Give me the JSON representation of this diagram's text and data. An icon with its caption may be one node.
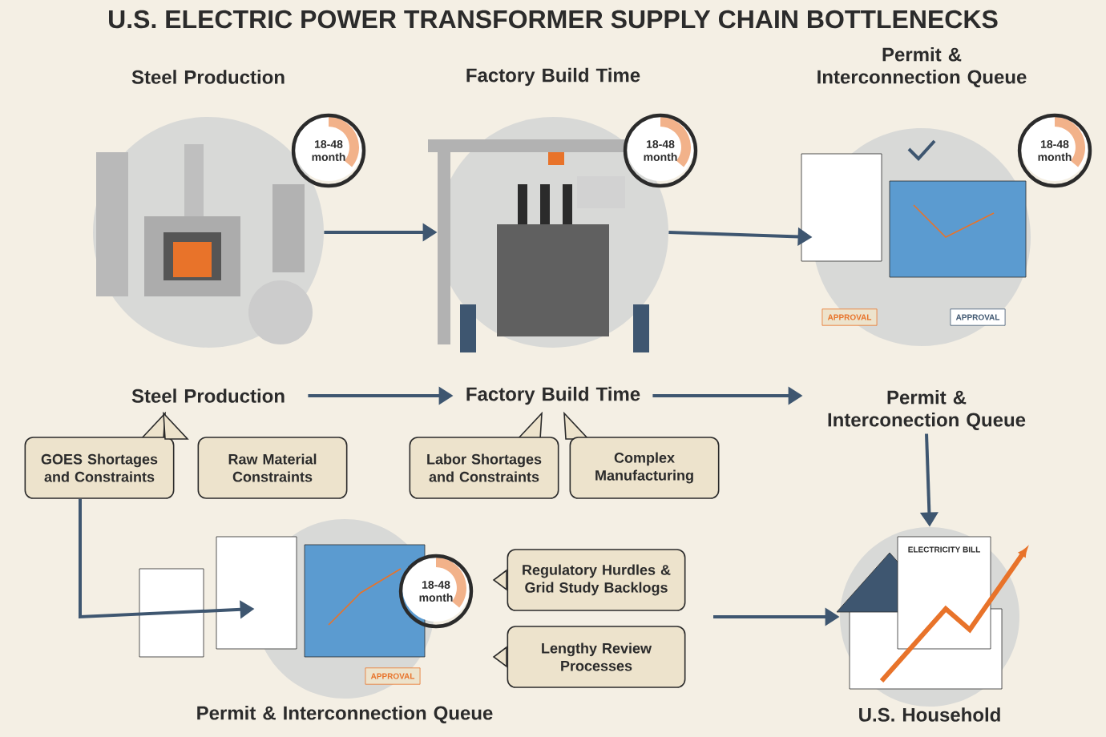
{
  "diagram": {
    "title": "U.S. ELECTRIC POWER TRANSFORMER SUPPLY CHAIN BOTTLENECKS",
    "nodes": [
      {
        "text": [
          "Steel Production"
        ]
      },
      {
        "text": [
          "18-48 month"
        ]
      },
      {
        "text": [
          "Factory Build Time"
        ]
      },
      {
        "text": [
          "18-48 month"
        ]
      },
      {
        "text": [
          "Permit & Interconnection Queue"
        ]
      },
      {
        "text": [
          "18-48 month"
        ]
      },
      {
        "text": [
          "Steel Production"
        ]
      },
      {
        "text": [
          "Factory Build Time"
        ]
      },
      {
        "text": [
          "Permit & Interconection Queue"
        ]
      },
      {
        "text": [
          "GOES Shortages and Constraints"
        ]
      },
      {
        "text": [
          "Raw Material Constraints"
        ]
      },
      {
        "text": [
          "Labor Shortages and Constraints"
        ]
      },
      {
        "text": [
          "Complex Manufacturing"
        ]
      },
      {
        "text": [
          "Permit & Interconnection Queue"
        ]
      },
      {
        "text": [
          "18-48 month"
        ]
      },
      {
        "text": [
          "Regulatory Hurdles & Grid Study Backlogs"
        ]
      },
      {
        "text": [
          "Lengthy Review Processes"
        ]
      },
      {
        "text": [
          "U.S. Household"
        ]
      }
    ],
    "edges": [
      {
        "from": 0,
        "to": 2,
        "arrow": "to"
      },
      {
        "from": 2,
        "to": 4,
        "arrow": "to"
      },
      {
        "from": 6,
        "to": 7,
        "arrow": "to"
      },
      {
        "from": 7,
        "to": 8,
        "arrow": "to"
      },
      {
        "from": 8,
        "to": 17,
        "arrow": "to"
      },
      {
        "from": 9,
        "to": 13,
        "arrow": "to"
      },
      {
        "from": null,
        "to": 17,
        "arrow": "to"
      }
    ],
    "labels": [
      "APPROVAL",
      "APPROVAL",
      "APPROVAL",
      "ELECTRICITY BILL"
    ]
  }
}
